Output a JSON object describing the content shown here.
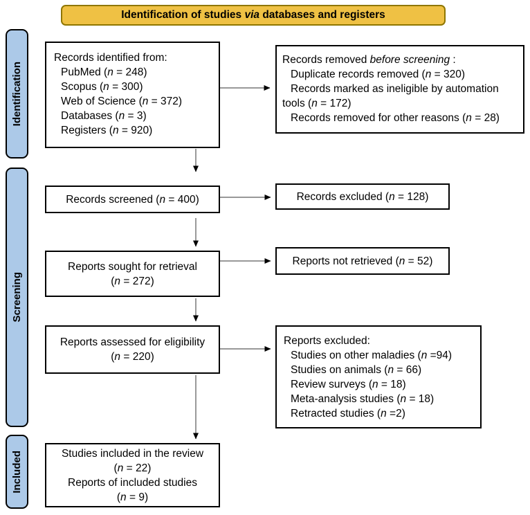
{
  "banner": {
    "pre": "Identification of studies ",
    "em": "via",
    "post": " databases and registers"
  },
  "stages": [
    {
      "label": "Identification"
    },
    {
      "label": "Screening"
    },
    {
      "label": "Included"
    }
  ],
  "boxes": {
    "identified": {
      "title": "Records identified from:",
      "items": [
        "PubMed (n = 248)",
        "Scopus (n = 300)",
        "Web of Science (n = 372)",
        "Databases (n = 3)",
        "Registers (n = 920)"
      ]
    },
    "removed": {
      "title_pre": "Records removed ",
      "title_em": "before screening",
      "title_post": " :",
      "items": [
        "Duplicate records removed  (n = 320)",
        "Records marked as ineligible by automation tools (n = 172)",
        "Records removed for other reasons (n = 28)"
      ]
    },
    "screened": {
      "text": "Records screened (n = 400)"
    },
    "excluded": {
      "text": "Records excluded (n = 128)"
    },
    "sought": {
      "line1": "Reports sought for retrieval",
      "line2": "(n = 272)"
    },
    "not_retrieved": {
      "text": "Reports not retrieved (n = 52)"
    },
    "assessed": {
      "line1": "Reports assessed for eligibility",
      "line2": "(n = 220)"
    },
    "reports_excluded": {
      "title": "Reports excluded:",
      "items": [
        "Studies on other maladies (n =94)",
        "Studies on animals (n = 66)",
        "Review surveys (n = 18)",
        "Meta-analysis studies (n = 18)",
        "Retracted studies (n =2)"
      ]
    },
    "included": {
      "lines": [
        "Studies included in the review",
        "(n = 22)",
        "Reports of included studies",
        "(n = 9)"
      ]
    }
  },
  "colors": {
    "banner_fill": "#EFC144",
    "banner_border": "#8F7600",
    "stage_fill": "#ACC9E8",
    "box_border": "#000000",
    "arrow_line": "#777777",
    "arrow_head": "#000000"
  }
}
